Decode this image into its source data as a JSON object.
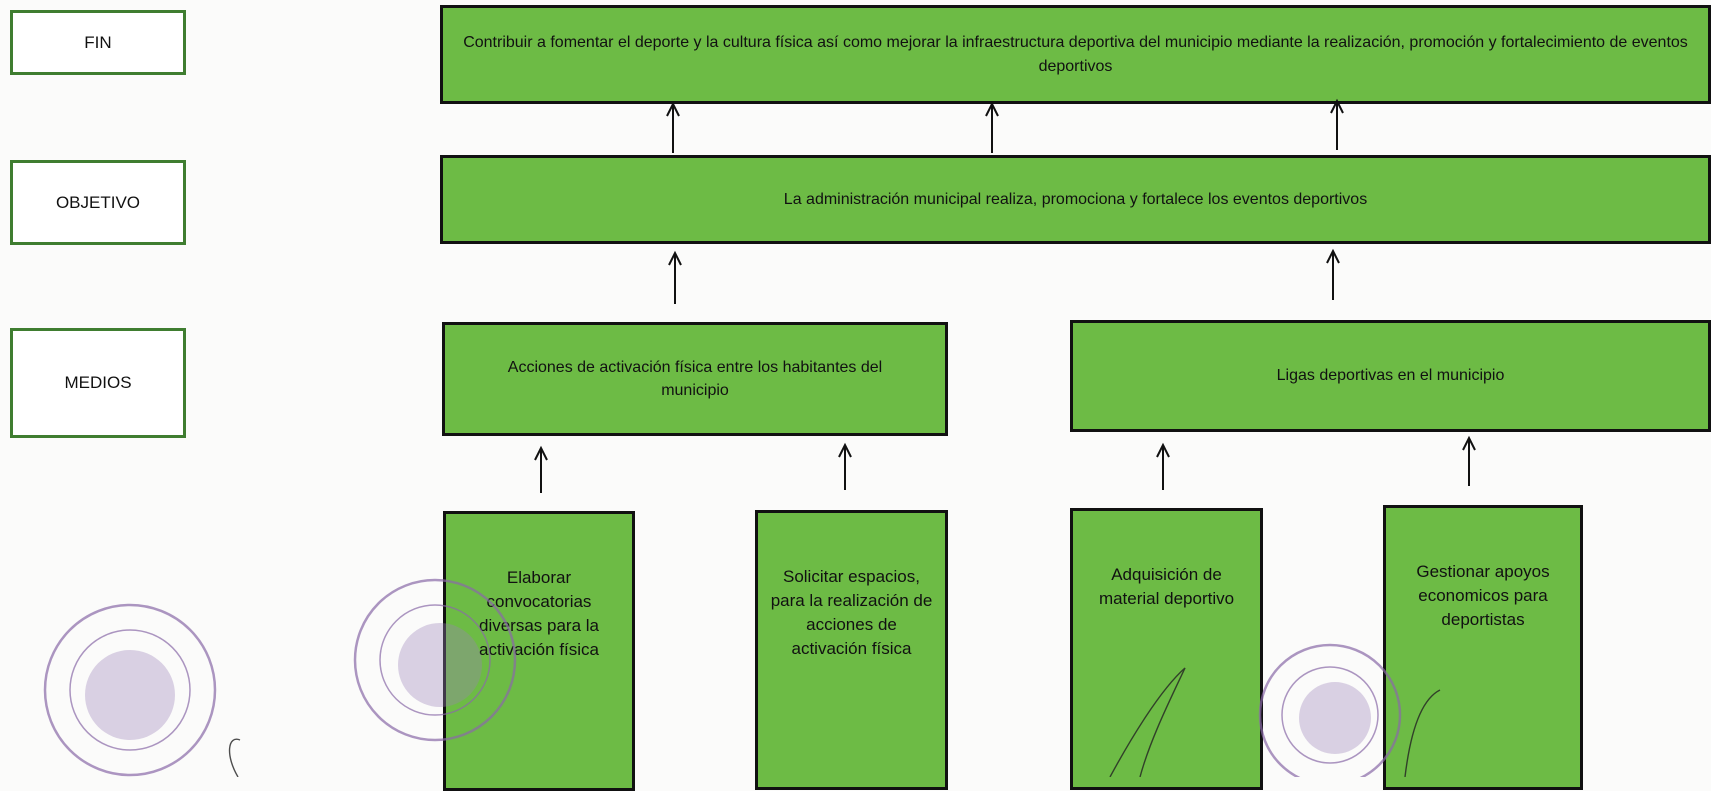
{
  "levels": {
    "fin": "FIN",
    "objetivo": "OBJETIVO",
    "medios": "MEDIOS"
  },
  "fin_text": "Contribuir a fomentar el deporte y la cultura física así como mejorar la infraestructura deportiva del municipio mediante la realización, promoción y fortalecimiento de eventos deportivos",
  "objetivo_text": "La administración municipal realiza, promociona y fortalece los eventos deportivos",
  "medios": [
    {
      "text": "Acciones de activación física entre los habitantes del municipio"
    },
    {
      "text": "Ligas deportivas en el municipio"
    }
  ],
  "actividades": [
    {
      "text": "Elaborar convocatorias diversas para la activación física"
    },
    {
      "text": "Solicitar espacios, para la realización de acciones de activación física"
    },
    {
      "text": "Adquisición de material deportivo"
    },
    {
      "text": "Gestionar apoyos economicos para deportistas"
    }
  ],
  "colors": {
    "box_fill": "#6dbb45",
    "label_border": "#3f7d30",
    "seal": "#8a6aa8"
  },
  "icons": [
    "arrow-up-icon",
    "seal-stamp",
    "signature"
  ]
}
